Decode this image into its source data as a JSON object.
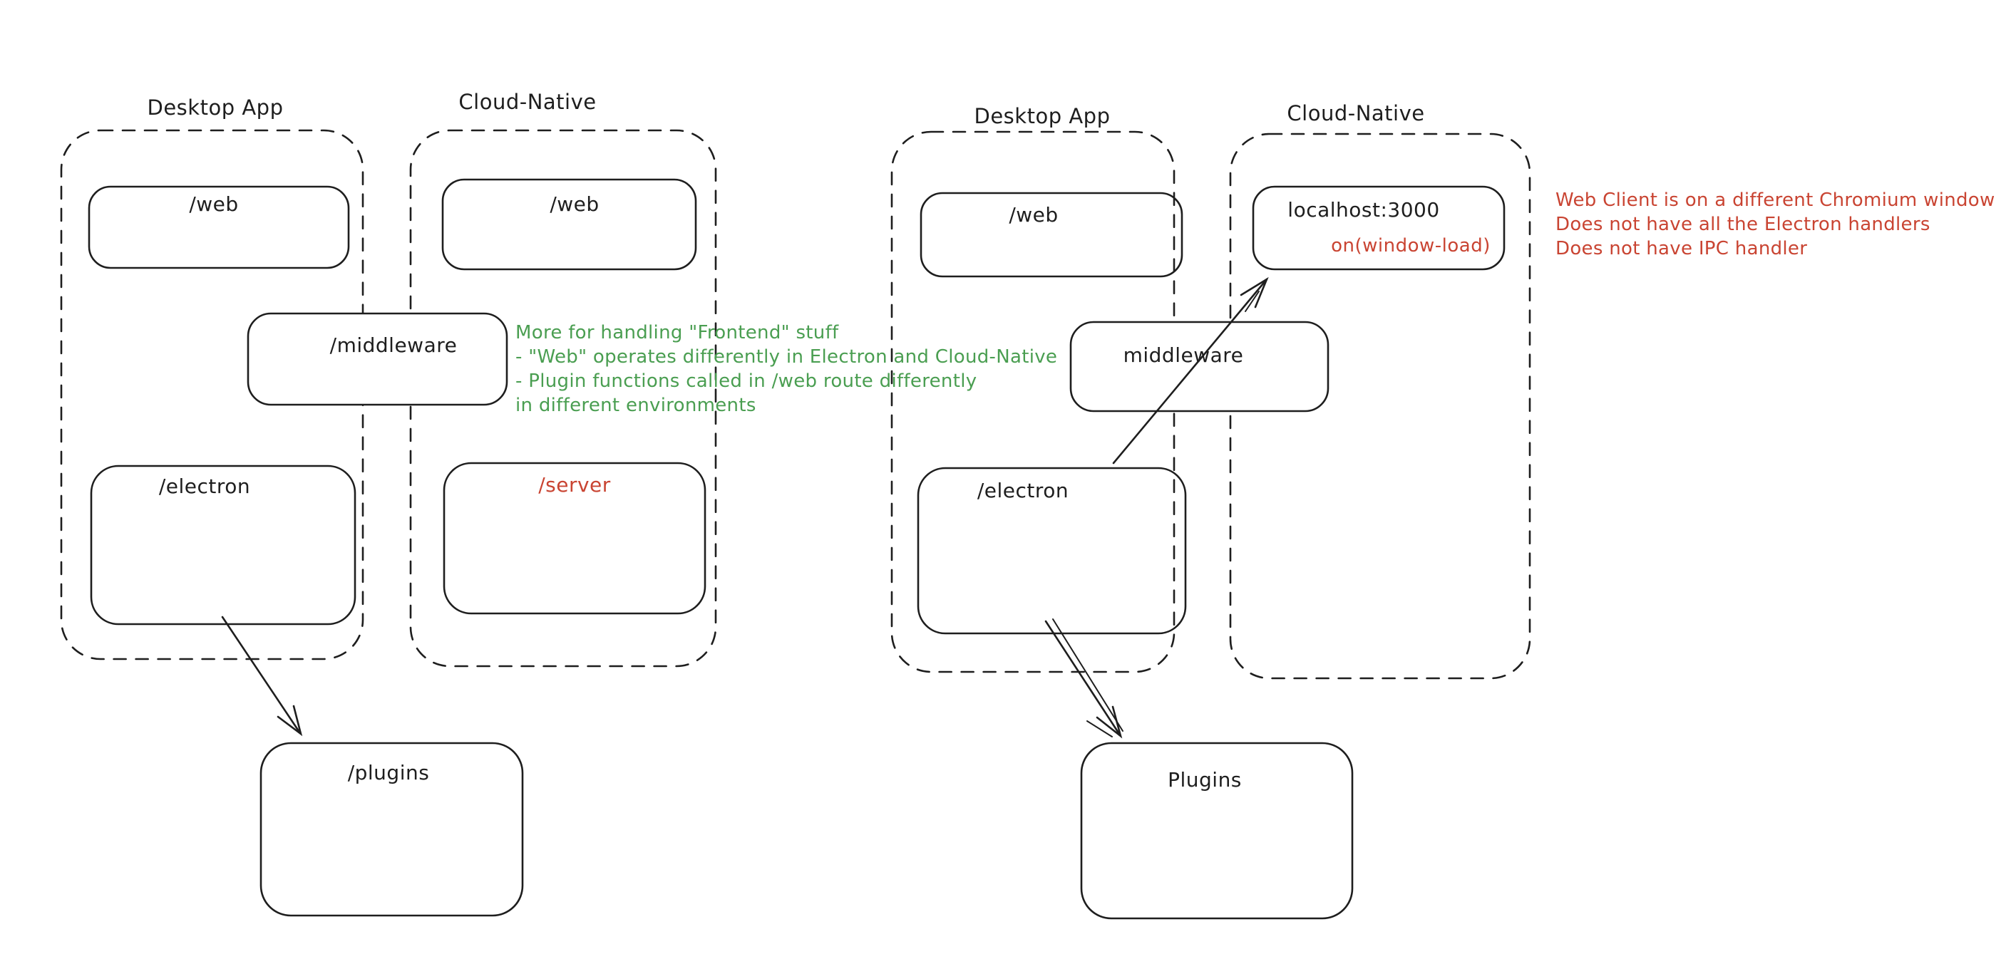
{
  "colors": {
    "ink": "#1e1e1e",
    "annotation_green": "#4a9e51",
    "annotation_red": "#c94432",
    "background": "#ffffff"
  },
  "left": {
    "desktop_title": "Desktop App",
    "cloud_title": "Cloud-Native",
    "web_desktop": "/web",
    "web_cloud": "/web",
    "middleware": "/middleware",
    "electron": "/electron",
    "server": "/server",
    "plugins": "/plugins"
  },
  "right": {
    "desktop_title": "Desktop App",
    "cloud_title": "Cloud-Native",
    "web_desktop": "/web",
    "localhost": "localhost:3000",
    "window_load": "on(window-load)",
    "middleware": "middleware",
    "electron": "/electron",
    "plugins": "Plugins"
  },
  "notes": {
    "green": [
      "More for handling \"Frontend\" stuff",
      "- \"Web\" operates differently in Electron and Cloud-Native",
      "- Plugin functions called in /web route differently",
      "in different environments"
    ],
    "red": [
      "Web Client is on a different Chromium window",
      "Does not have all the Electron handlers",
      "Does not have IPC handler"
    ]
  }
}
